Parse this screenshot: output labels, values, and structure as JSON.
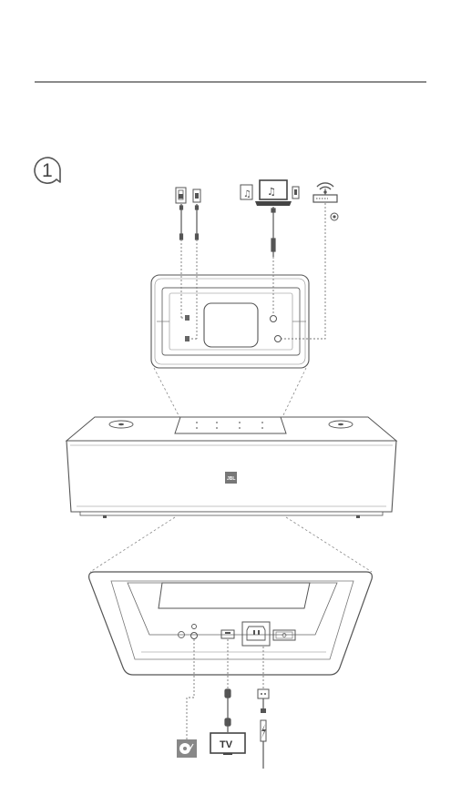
{
  "step": {
    "number": "1"
  },
  "devices": {
    "tv_label": "TV",
    "brand_logo": "JBL"
  },
  "icons": [
    "phone-icon",
    "phone-small-icon",
    "music-note-icon",
    "laptop-icon",
    "router-icon",
    "wifi-icon",
    "ethernet-icon",
    "turntable-icon",
    "tv-icon",
    "power-plug-icon",
    "lightning-bolt-icon"
  ],
  "colors": {
    "line": "#555555",
    "dashed": "#777777",
    "panel_fill": "#ffffff",
    "dark_icon": "#888888"
  }
}
